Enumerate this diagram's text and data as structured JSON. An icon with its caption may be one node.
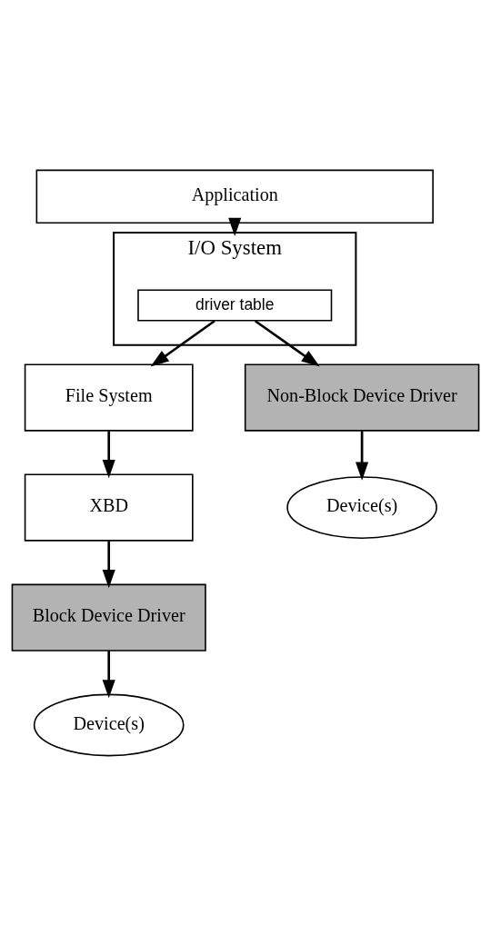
{
  "diagram": {
    "nodes": [
      {
        "text": [
          "Application"
        ]
      },
      {
        "text": [
          "I/O System"
        ]
      },
      {
        "text": [
          "driver table"
        ],
        "in": 1
      },
      {
        "text": [
          "File System"
        ]
      },
      {
        "text": [
          "XBD"
        ]
      },
      {
        "text": [
          "Non-Block Device Driver"
        ]
      },
      {
        "text": [
          "Block Device Driver"
        ]
      },
      {
        "text": [
          "Device(s)"
        ]
      },
      {
        "text": [
          "Device(s)"
        ]
      }
    ],
    "edges": [
      {
        "from": 0,
        "to": 1,
        "arrow": "to"
      },
      {
        "from": 2,
        "to": 3,
        "arrow": "to"
      },
      {
        "from": 2,
        "to": 5,
        "arrow": "to"
      },
      {
        "from": 3,
        "to": 4,
        "arrow": "to"
      },
      {
        "from": 4,
        "to": 6,
        "arrow": "to"
      },
      {
        "from": 5,
        "to": 7,
        "arrow": "to"
      },
      {
        "from": 6,
        "to": 8,
        "arrow": "to"
      }
    ]
  }
}
